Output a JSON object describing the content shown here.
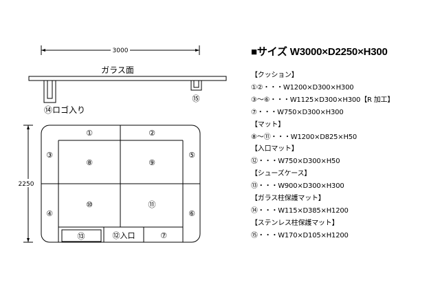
{
  "diagram": {
    "top_view": {
      "width_dim": "3000",
      "glass_label": "ガラス面",
      "logo_label": "⑭ロゴ入り",
      "right_post": "⑮"
    },
    "plan_view": {
      "height_dim": "2250",
      "cells": {
        "c1": "①",
        "c2": "②",
        "c3": "③",
        "c4": "④",
        "c5": "⑤",
        "c6": "⑥",
        "c7": "⑦",
        "c8": "⑧",
        "c9": "⑨",
        "c10": "⑩",
        "c11": "⑪",
        "c12": "⑫入口",
        "c13": "⑬"
      }
    }
  },
  "spec": {
    "title": "■サイズ W3000×D2250×H300",
    "lines": [
      "【クッション】",
      "①②・・・W1200×D300×H300",
      "③～⑥・・・W1125×D300×H300【R 加工】",
      "⑦・・・W750×D300×H300",
      "【マット】",
      "⑧～⑪・・・W1200×D825×H50",
      "【入口マット】",
      "⑫・・・W750×D300×H50",
      "【シューズケース】",
      "⑬・・・W900×D300×H300",
      "【ガラス柱保護マット】",
      "⑭・・・W115×D385×H1200",
      "【ステンレス柱保護マット】",
      "⑮・・・W170×D105×H1200"
    ]
  }
}
